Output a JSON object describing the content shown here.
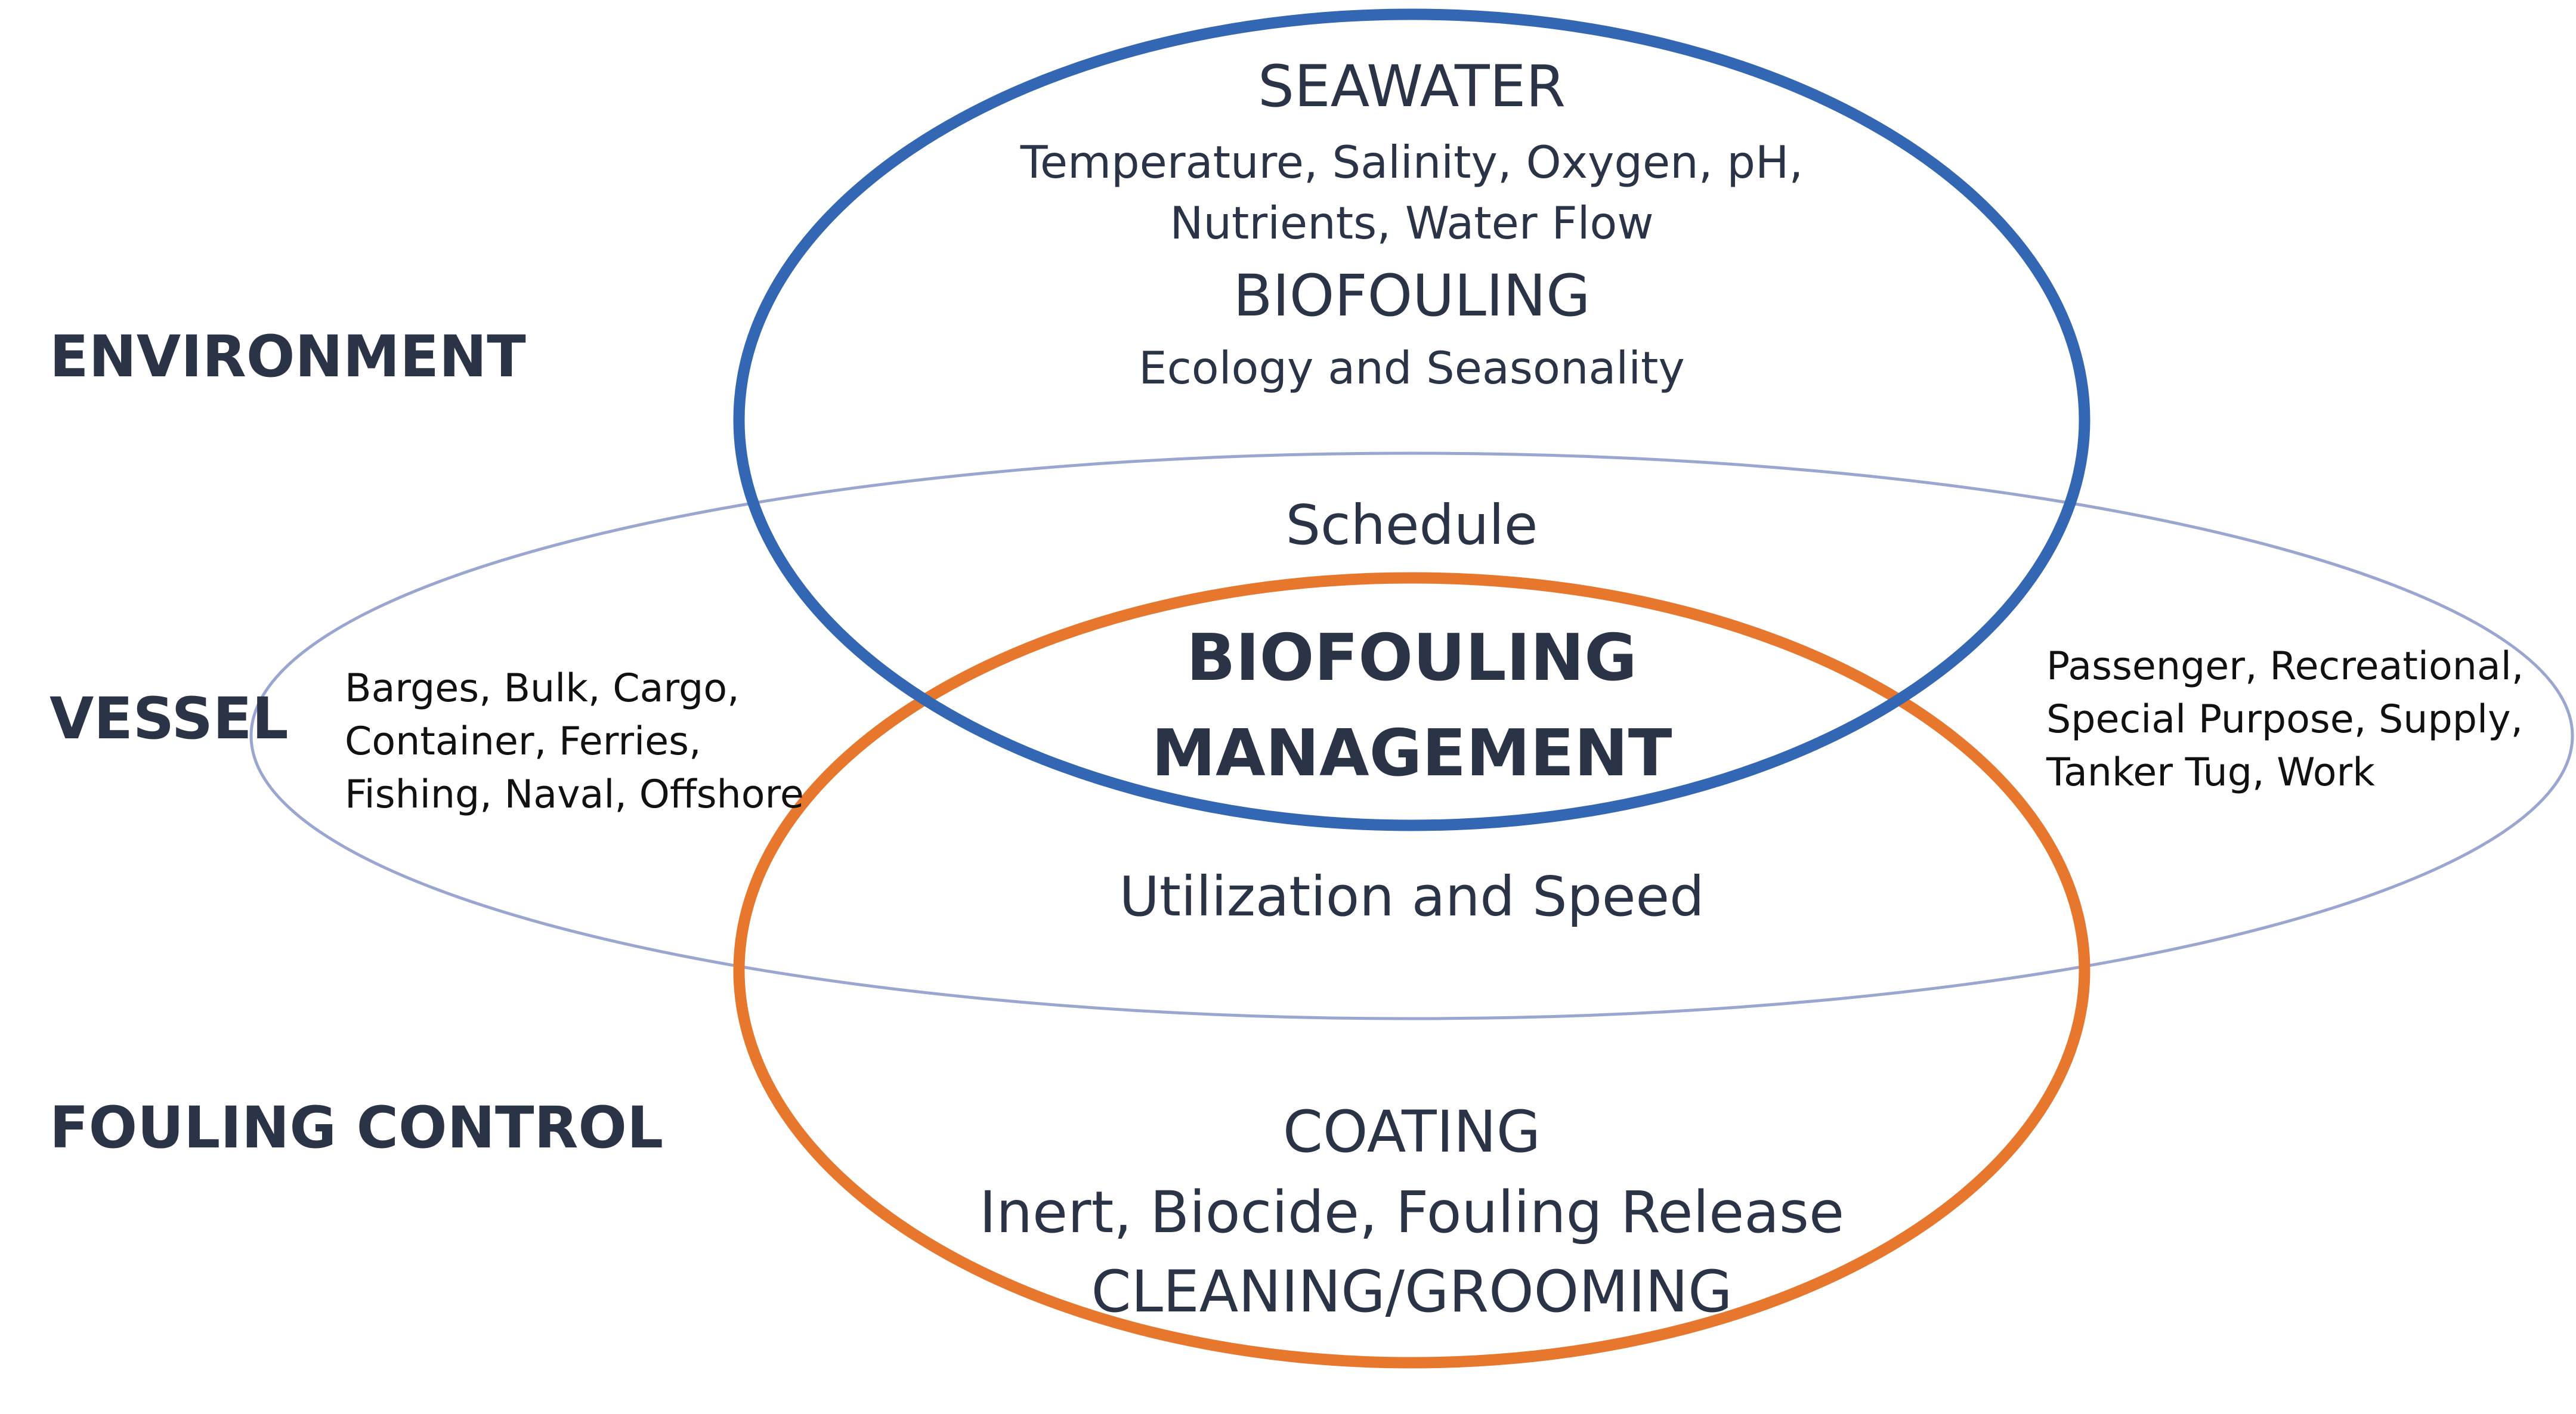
{
  "diagram": {
    "colors": {
      "environment_ellipse": "#3467b3",
      "vessel_ellipse": "#9aa6cf",
      "fouling_control_ellipse": "#e8772e",
      "text": "#2b3347"
    },
    "side_labels": {
      "environment": "ENVIRONMENT",
      "vessel": "VESSEL",
      "fouling_control": "FOULING CONTROL"
    },
    "environment": {
      "heading": "SEAWATER",
      "details": [
        "Temperature, Salinity, Oxygen, pH,",
        "Nutrients, Water Flow"
      ],
      "heading2": "BIOFOULING",
      "details2": "Ecology and Seasonality"
    },
    "overlap_env_vessel": "Schedule",
    "center": [
      "BIOFOULING",
      "MANAGEMENT"
    ],
    "overlap_vessel_control": "Utilization and Speed",
    "vessel_types_left": [
      "Barges, Bulk, Cargo,",
      "Container, Ferries,",
      "Fishing, Naval, Offshore"
    ],
    "vessel_types_right": [
      "Passenger, Recreational,",
      "Special Purpose, Supply,",
      "Tanker Tug, Work"
    ],
    "fouling_control": {
      "heading": "COATING",
      "details": "Inert, Biocide, Fouling Release",
      "heading2": "CLEANING/GROOMING"
    }
  }
}
